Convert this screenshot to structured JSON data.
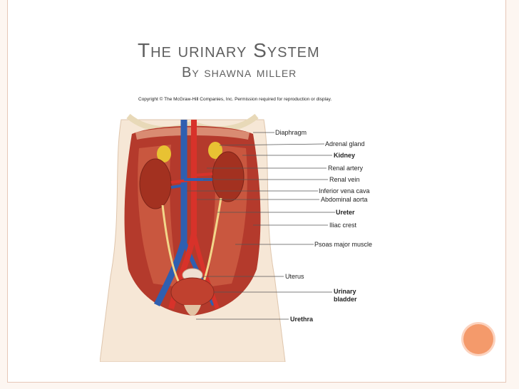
{
  "slide": {
    "title": "The urinary System",
    "subtitle": "By shawna miller",
    "copyright": "Copyright © The McGraw-Hill Companies, Inc. Permission required for reproduction or display."
  },
  "diagram": {
    "labels": {
      "diaphragm": "Diaphragm",
      "adrenal_gland": "Adrenal gland",
      "kidney": "Kidney",
      "renal_artery": "Renal artery",
      "renal_vein": "Renal vein",
      "inferior_vena_cava": "Inferior vena cava",
      "abdominal_aorta": "Abdominal aorta",
      "ureter": "Ureter",
      "iliac_crest": "Iliac crest",
      "psoas_major_muscle": "Psoas major muscle",
      "uterus": "Uterus",
      "urinary_bladder_line1": "Urinary",
      "urinary_bladder_line2": "bladder",
      "urethra": "Urethra"
    }
  },
  "colors": {
    "accent": "#f49a6b",
    "title_text": "#606060",
    "background": "#fdf6f1",
    "border": "#e6c7b7"
  }
}
